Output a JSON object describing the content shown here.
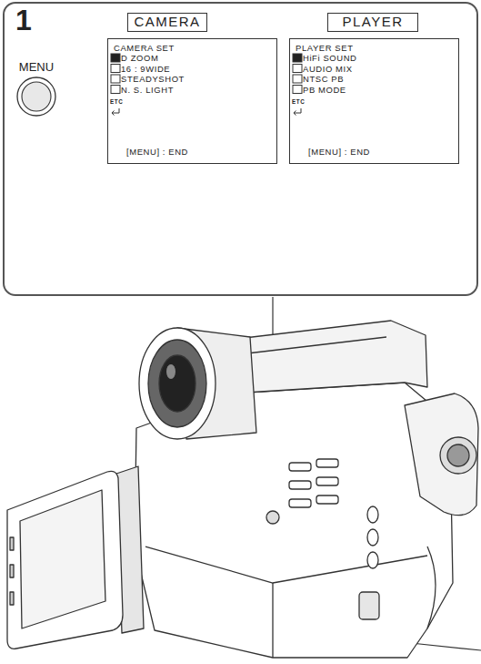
{
  "diagram": {
    "nodes": [
      {
        "text": [
          "1"
        ]
      },
      {
        "text": [
          "CAMERA"
        ],
        "in": 0
      },
      {
        "text": [
          "PLAYER"
        ],
        "in": 0
      },
      {
        "text": [
          "MENU"
        ],
        "in": 0
      },
      {
        "text": [
          "CAMERA SET",
          "D ZOOM",
          "16 : 9WIDE",
          "STEADYSHOT",
          "N. S. LIGHT",
          "ETC",
          "[MENU] : END"
        ],
        "in": 0
      },
      {
        "text": [
          "PLAYER SET",
          "HiFi SOUND",
          "AUDIO MIX",
          "NTSC PB",
          "PB MODE",
          "ETC",
          "[MENU] : END"
        ],
        "in": 0
      }
    ]
  }
}
